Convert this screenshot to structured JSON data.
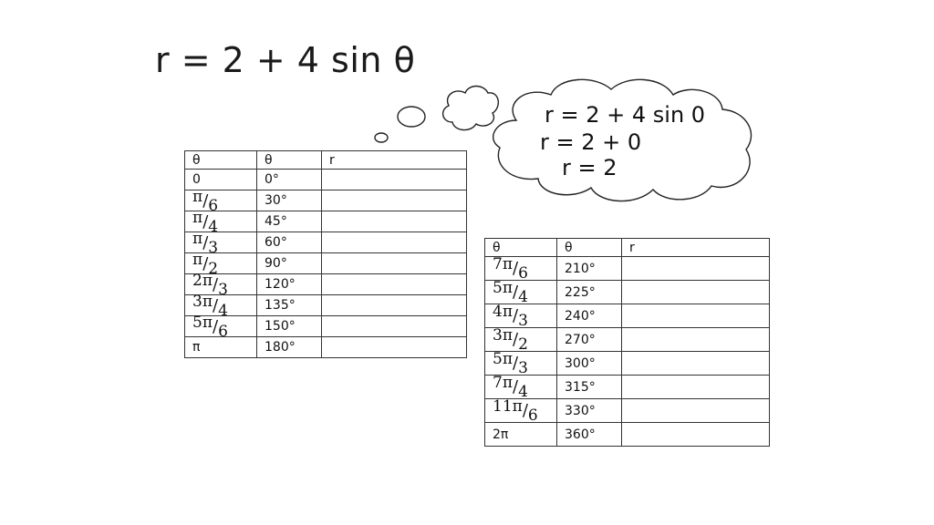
{
  "title": "r = 2 + 4 sin θ",
  "thought_cloud": {
    "line1": "r = 2 + 4 sin 0",
    "line2": "r = 2 + 0",
    "line3": "r = 2"
  },
  "table_left": {
    "headers": [
      "θ",
      "θ",
      "r"
    ],
    "rows": [
      {
        "rad": "0",
        "num": "",
        "den": "",
        "deg": "0°",
        "r": ""
      },
      {
        "rad": "",
        "num": "π",
        "den": "6",
        "deg": "30°",
        "r": ""
      },
      {
        "rad": "",
        "num": "π",
        "den": "4",
        "deg": "45°",
        "r": ""
      },
      {
        "rad": "",
        "num": "π",
        "den": "3",
        "deg": "60°",
        "r": ""
      },
      {
        "rad": "",
        "num": "π",
        "den": "2",
        "deg": "90°",
        "r": ""
      },
      {
        "rad": "",
        "num": "2π",
        "den": "3",
        "deg": "120°",
        "r": ""
      },
      {
        "rad": "",
        "num": "3π",
        "den": "4",
        "deg": "135°",
        "r": ""
      },
      {
        "rad": "",
        "num": "5π",
        "den": "6",
        "deg": "150°",
        "r": ""
      },
      {
        "rad": "π",
        "num": "",
        "den": "",
        "deg": "180°",
        "r": ""
      }
    ]
  },
  "table_right": {
    "headers": [
      "θ",
      "θ",
      "r"
    ],
    "rows": [
      {
        "rad": "",
        "num": "7π",
        "den": "6",
        "deg": "210°",
        "r": ""
      },
      {
        "rad": "",
        "num": "5π",
        "den": "4",
        "deg": "225°",
        "r": ""
      },
      {
        "rad": "",
        "num": "4π",
        "den": "3",
        "deg": "240°",
        "r": ""
      },
      {
        "rad": "",
        "num": "3π",
        "den": "2",
        "deg": "270°",
        "r": ""
      },
      {
        "rad": "",
        "num": "5π",
        "den": "3",
        "deg": "300°",
        "r": ""
      },
      {
        "rad": "",
        "num": "7π",
        "den": "4",
        "deg": "315°",
        "r": ""
      },
      {
        "rad": "",
        "num": "11π",
        "den": "6",
        "deg": "330°",
        "r": ""
      },
      {
        "rad": "2π",
        "num": "",
        "den": "",
        "deg": "360°",
        "r": ""
      }
    ]
  }
}
